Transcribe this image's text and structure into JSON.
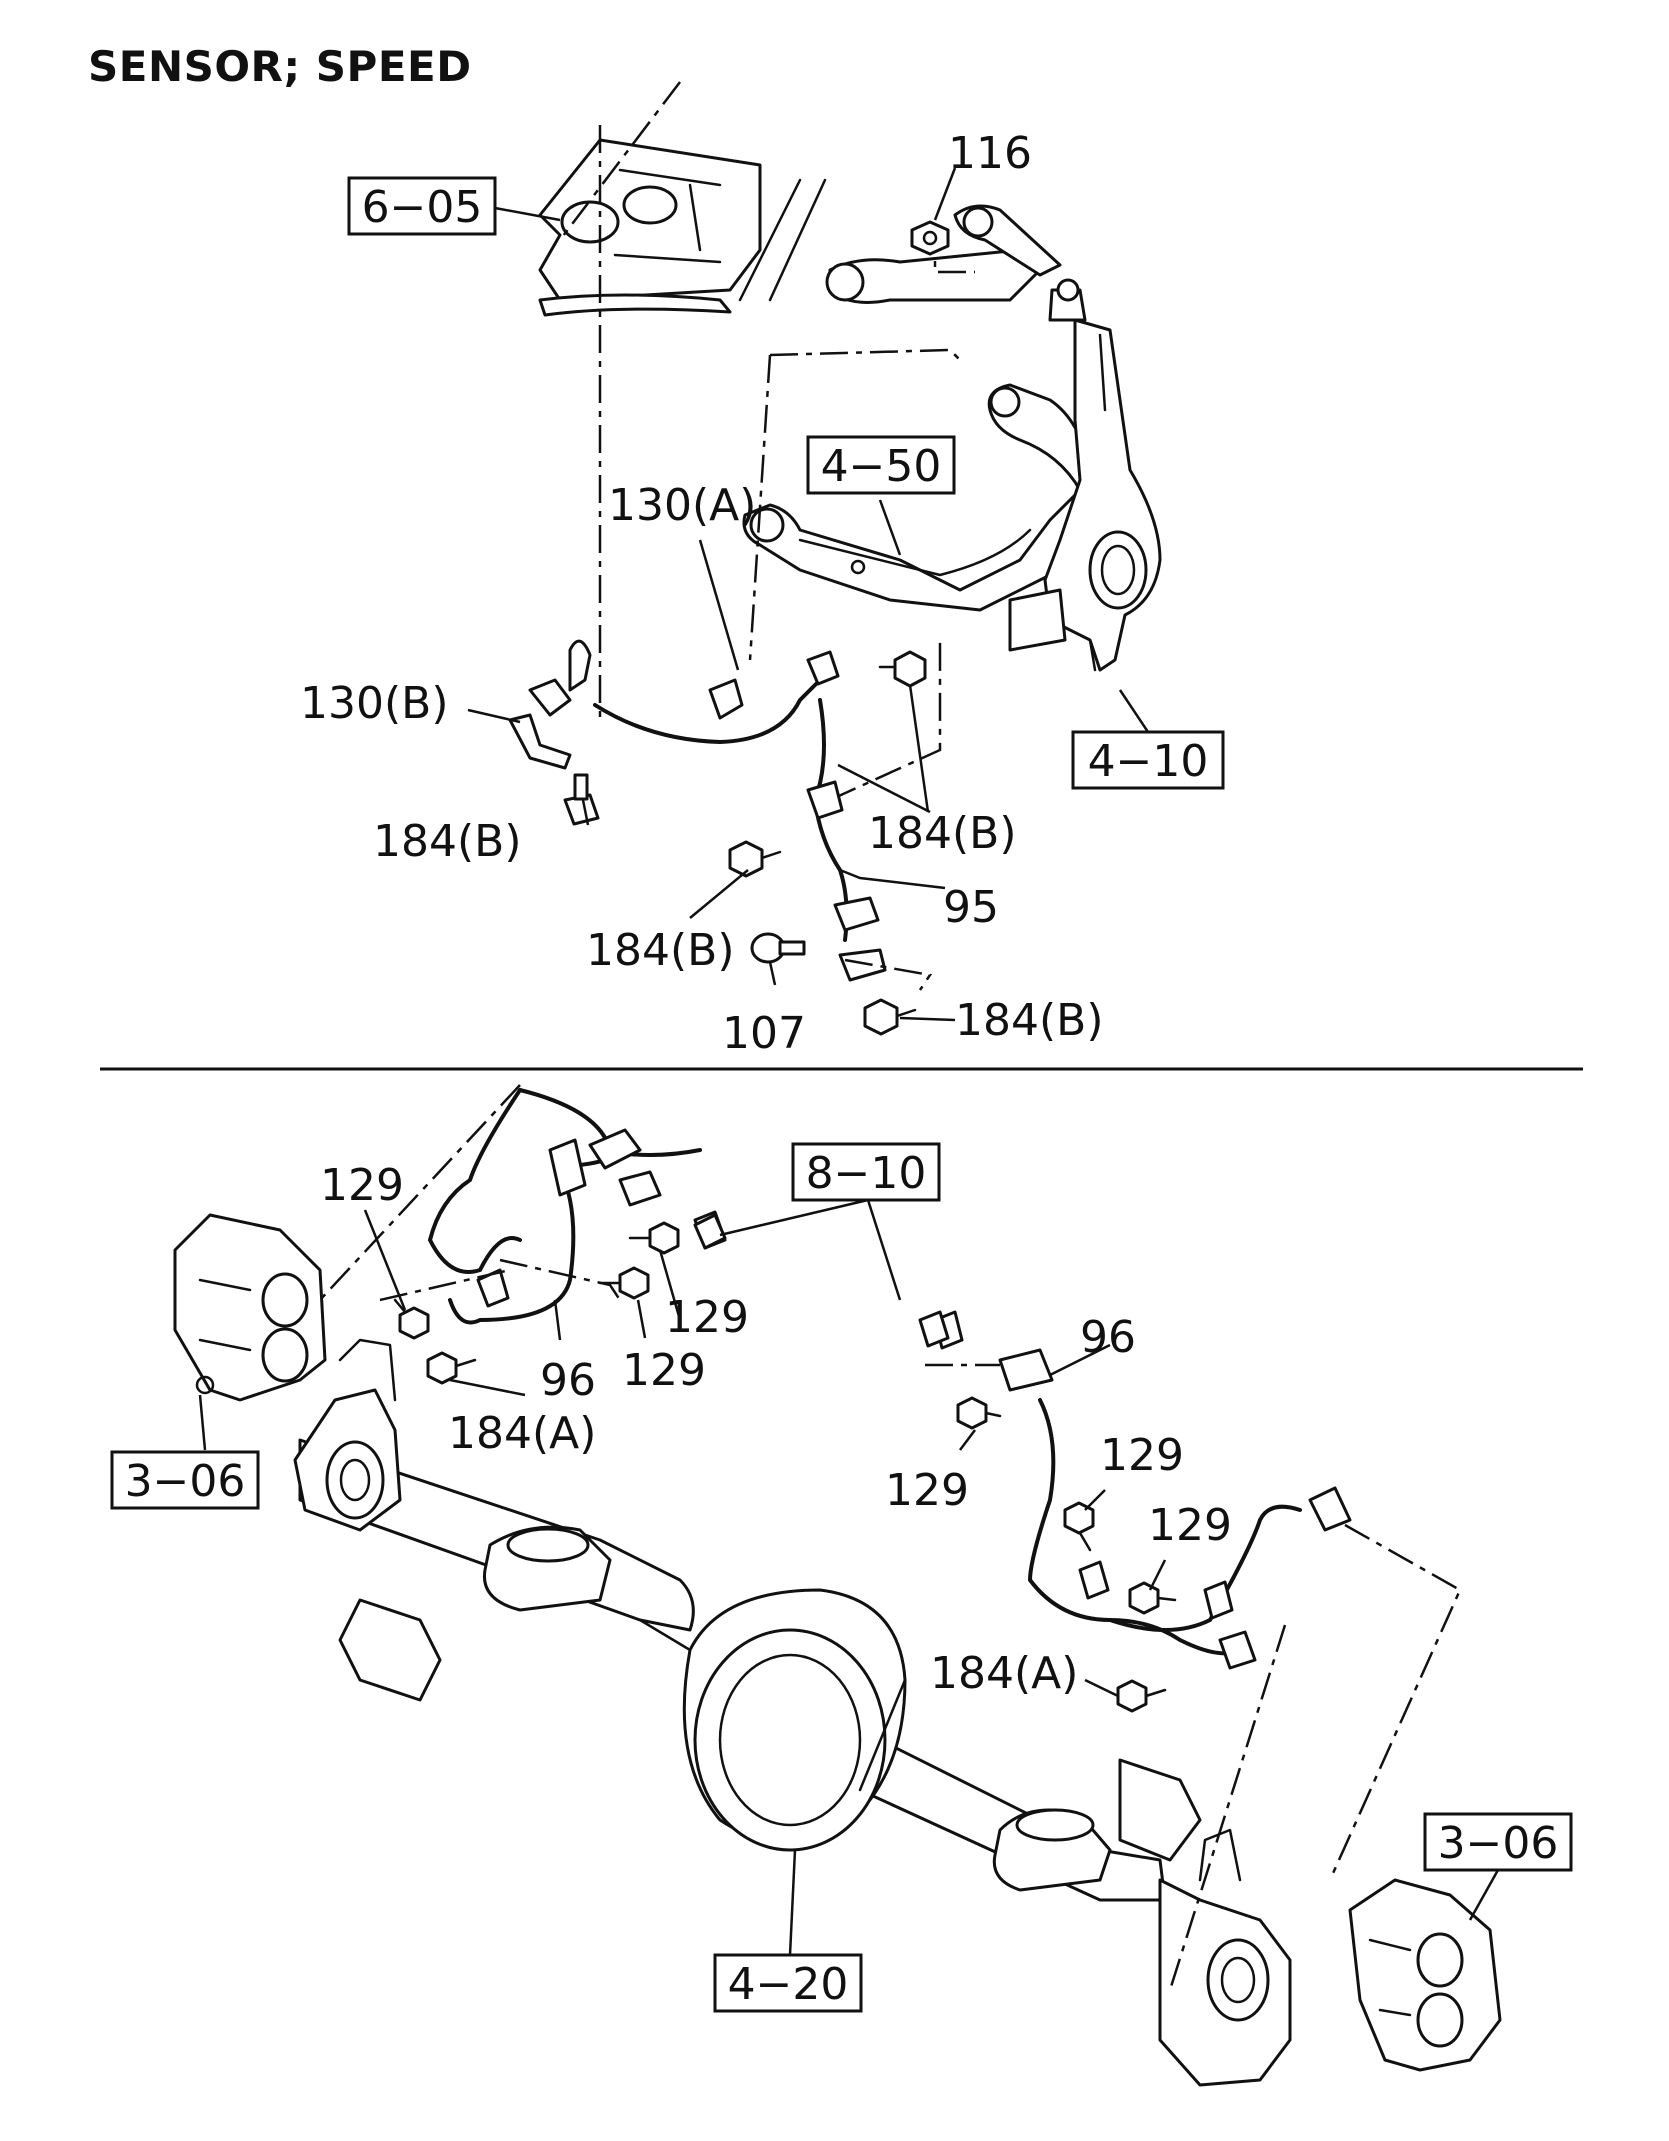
{
  "title": "SENSOR; SPEED",
  "refs": {
    "r605": "6−05",
    "r450": "4−50",
    "r410": "4−10",
    "r810": "8−10",
    "r306a": "3−06",
    "r306b": "3−06",
    "r420": "4−20"
  },
  "labels": {
    "l116": "116",
    "l130a": "130(A)",
    "l130b": "130(B)",
    "l184b_1": "184(B)",
    "l184b_2": "184(B)",
    "l184b_3": "184(B)",
    "l184b_4": "184(B)",
    "l95": "95",
    "l107": "107",
    "l129_1": "129",
    "l129_2": "129",
    "l129_3": "129",
    "l129_4": "129",
    "l129_5": "129",
    "l129_6": "129",
    "l96_1": "96",
    "l96_2": "96",
    "l184a_1": "184(A)",
    "l184a_2": "184(A)"
  }
}
